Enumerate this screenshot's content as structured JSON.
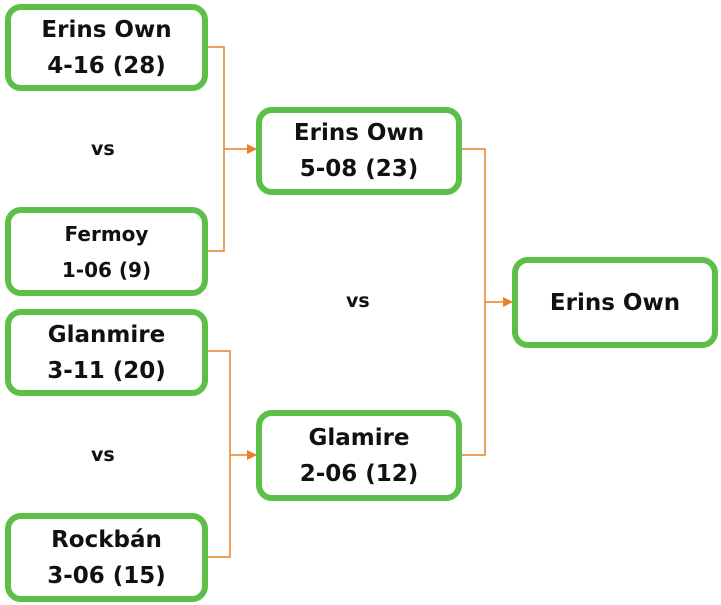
{
  "colors": {
    "border": "#5cbf47",
    "connector": "#e8802a",
    "text": "#111111"
  },
  "round1": [
    {
      "team": "Erins Own",
      "score": "4-16 (28)"
    },
    {
      "team": "Fermoy",
      "score": "1-06 (9)"
    },
    {
      "team": "Glanmire",
      "score": "3-11 (20)"
    },
    {
      "team": "Rockbán",
      "score": "3-06 (15)"
    }
  ],
  "round2": [
    {
      "team": "Erins Own",
      "score": "5-08 (23)"
    },
    {
      "team": "Glamire",
      "score": "2-06 (12)"
    }
  ],
  "final": {
    "team": "Erins Own"
  },
  "vs_label": "vs"
}
